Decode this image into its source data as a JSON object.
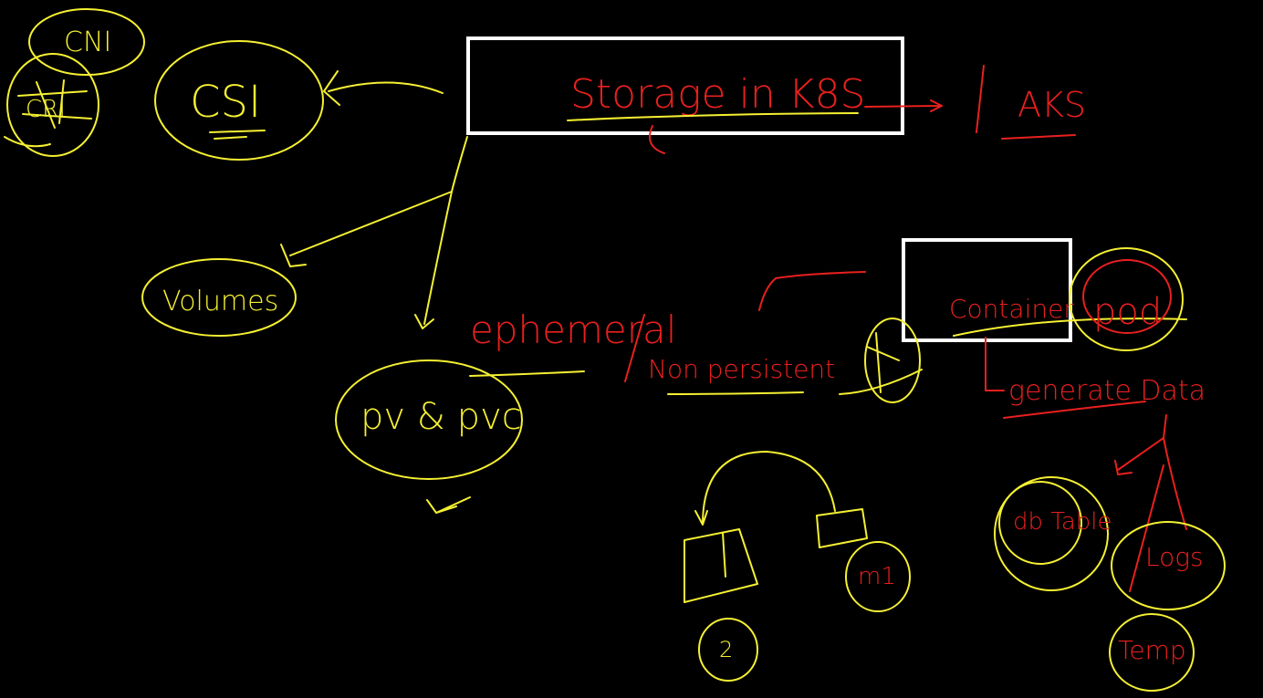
{
  "labels": {
    "cni": "CNI",
    "cri": "CRI",
    "csi": "CSI",
    "title": "Storage in K8S",
    "aks": "AKS",
    "volumes": "Volumes",
    "pv_pvc": "pv & pvc",
    "ephemeral": "ephemeral",
    "non_persistent": "Non persistent",
    "container": "Container",
    "pod": "pod",
    "generate_data": "generate Data",
    "db_table": "db Table",
    "logs": "Logs",
    "temp": "Temp",
    "m1": "m1",
    "n2": "2"
  },
  "colors": {
    "background": "#000000",
    "yellow_ink": "#f5f032",
    "red_ink": "#e8201e",
    "box_white": "#ffffff"
  }
}
